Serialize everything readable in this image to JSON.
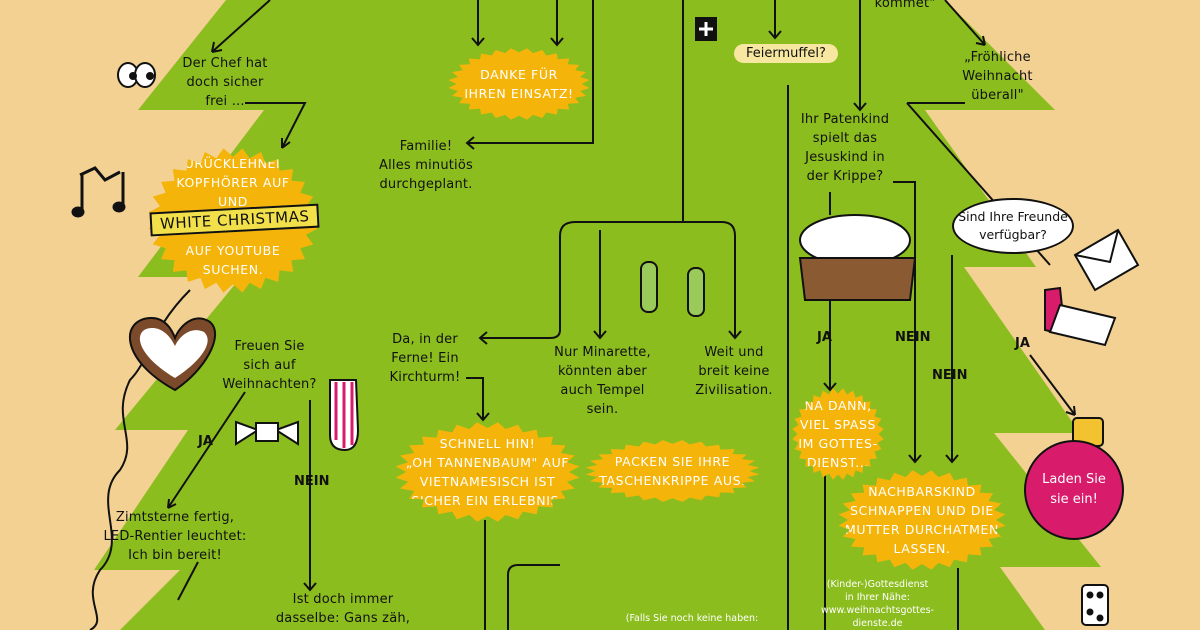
{
  "colors": {
    "tree": "#8cbd1f",
    "background": "#f3d193",
    "burst": "#f5b40a",
    "ornament": "#d81b6a",
    "line": "#111111"
  },
  "nodes": {
    "kommet": "kommet\"",
    "chef": "Der Chef hat\ndoch sicher\nfrei ...",
    "danke": "Danke für\nIhren Einsatz!",
    "familie": "Familie!\nAlles minutiös\ndurchgeplant.",
    "zurueck_top": "Zurücklehnen,\nKopfhörer auf\nund",
    "white_christmas": "WHITE CHRISTMAS",
    "zurueck_bottom": "auf YouTube\nsuchen.",
    "feiermuffel": "Feiermuffel?",
    "froehliche": "„Fröhliche\nWeihnacht\nüberall\"",
    "patenkind": "Ihr Patenkind\nspielt das\nJesuskind in\nder Krippe?",
    "freunde": "Sind Ihre Freunde\nverfügbar?",
    "freuen": "Freuen Sie\nsich auf\nWeihnachten?",
    "zimtsterne": "Zimtsterne fertig,\nLED-Rentier leuchtet:\nIch bin bereit!",
    "dasselbe": "Ist doch immer\ndasselbe: Gans zäh,",
    "kirchturm": "Da, in der\nFerne! Ein\nKirchturm!",
    "schnell": "Schnell hin!\n„Oh Tannenbaum\" auf\nVietnamesisch ist\nsicher ein Erlebnis.",
    "minarette": "Nur Minarette,\nkönnten aber\nauch Tempel\nsein.",
    "zivilisation": "Weit und\nbreit keine\nZivilisation.",
    "packen": "Packen Sie Ihre\nTaschenkrippe aus.",
    "falls": "(Falls Sie noch keine haben:",
    "na_dann": "Na dann,\nviel Spass\nim Gottes-\ndienst...",
    "nachbarskind": "Nachbarskind\nschnappen und die\nMutter durchatmen\nlassen.",
    "gottesdienst_info": "(Kinder-)Gottesdienst\nin Ihrer Nähe:\nwww.weihnachtsgottes-\ndienste.de",
    "laden": "Laden Sie\nsie ein!"
  },
  "labels": {
    "ja_1": "JA",
    "nein_1": "NEIN",
    "ja_2": "JA",
    "nein_2": "NEIN",
    "nein_3": "NEIN",
    "ja_3": "JA"
  },
  "icons": [
    "eyes-icon",
    "music-note-icon",
    "heart-cookie-icon",
    "bow-icon",
    "sock-icon",
    "plus-icon",
    "envelope-icon",
    "laptop-icon",
    "dice-icon",
    "ornament-icon",
    "crib-icon",
    "cactus-icon"
  ]
}
